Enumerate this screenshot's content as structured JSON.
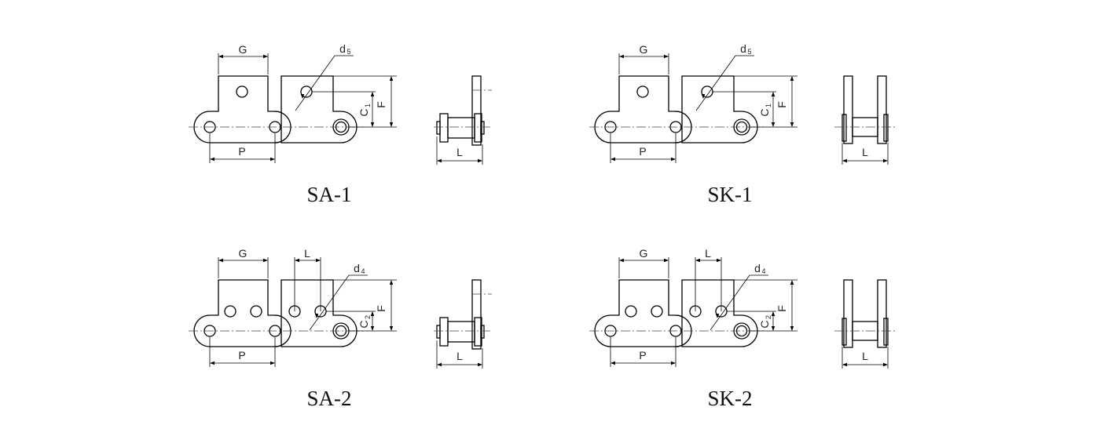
{
  "figures": [
    {
      "id": "sa1",
      "title": "SA-1",
      "type": "SA",
      "holes": 1,
      "labels": {
        "g": "G",
        "p": "P",
        "l_side": "L",
        "c": "C",
        "c_sub": "1",
        "f": "F",
        "d": "d",
        "d_sub": "5"
      }
    },
    {
      "id": "sk1",
      "title": "SK-1",
      "type": "SK",
      "holes": 1,
      "labels": {
        "g": "G",
        "p": "P",
        "l_side": "L",
        "c": "C",
        "c_sub": "1",
        "f": "F",
        "d": "d",
        "d_sub": "5"
      }
    },
    {
      "id": "sa2",
      "title": "SA-2",
      "type": "SA",
      "holes": 2,
      "labels": {
        "g": "G",
        "p": "P",
        "l_side": "L",
        "l_top": "L",
        "c": "C",
        "c_sub": "2",
        "f": "F",
        "d": "d",
        "d_sub": "4"
      }
    },
    {
      "id": "sk2",
      "title": "SK-2",
      "type": "SK",
      "holes": 2,
      "labels": {
        "g": "G",
        "p": "P",
        "l_side": "L",
        "l_top": "L",
        "c": "C",
        "c_sub": "2",
        "f": "F",
        "d": "d",
        "d_sub": "4"
      }
    }
  ]
}
